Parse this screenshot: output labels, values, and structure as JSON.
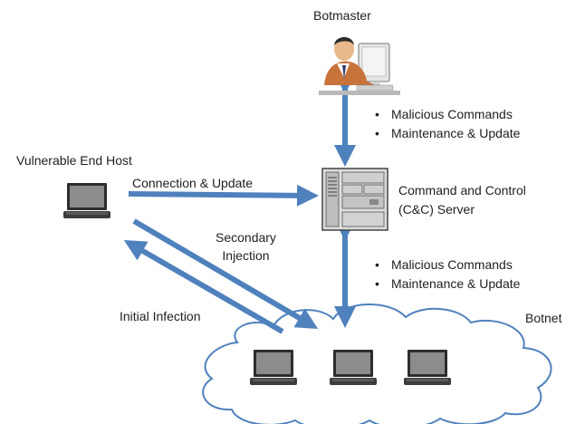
{
  "colors": {
    "arrow": "#4f81bd",
    "arrow_stroke": "#3a6aa5",
    "cloud_fill": "#ffffff",
    "cloud_stroke": "#4f81bd",
    "laptop_screen": "#8a8a8a",
    "laptop_body": "#3a3a3a",
    "server_fill": "#d9d9d9",
    "text": "#1f1f1f"
  },
  "nodes": {
    "botmaster": {
      "label": "Botmaster",
      "icon": "person-at-computer-icon"
    },
    "vulnerable_host": {
      "label": "Vulnerable End Host",
      "icon": "laptop-icon"
    },
    "cnc_server": {
      "label_line1": "Command and Control",
      "label_line2": "(C&C) Server",
      "icon": "server-tower-icon"
    },
    "botnet": {
      "label": "Botnet",
      "icon": "cloud-icon",
      "members": [
        "laptop-icon",
        "laptop-icon",
        "laptop-icon"
      ]
    }
  },
  "edges": {
    "botmaster_cnc": {
      "bullets": [
        "Malicious Commands",
        "Maintenance & Update"
      ]
    },
    "cnc_botnet": {
      "bullets": [
        "Malicious Commands",
        "Maintenance & Update"
      ]
    },
    "host_to_cnc": {
      "label": "Connection & Update"
    },
    "host_to_botnet": {
      "label_line1": "Secondary",
      "label_line2": "Injection"
    },
    "botnet_to_host": {
      "label": "Initial Infection"
    }
  }
}
